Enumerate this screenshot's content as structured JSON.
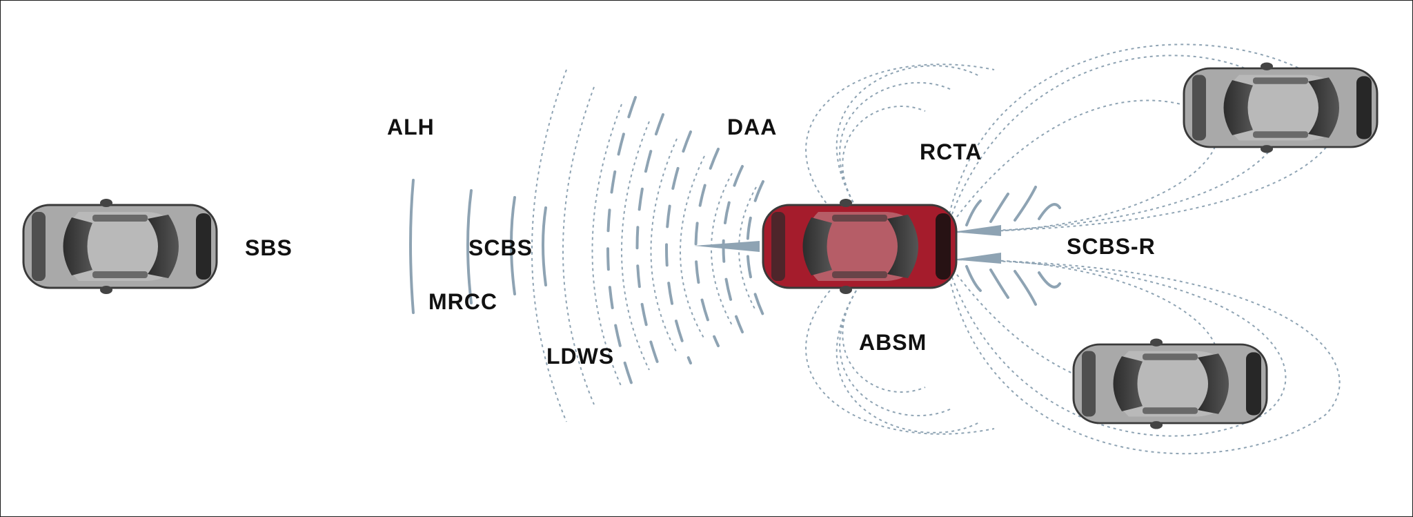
{
  "labels": {
    "sbs": "SBS",
    "alh": "ALH",
    "scbs": "SCBS",
    "mrcc": "MRCC",
    "ldws": "LDWS",
    "daa": "DAA",
    "rcta": "RCTA",
    "scbs_r": "SCBS-R",
    "absm": "ABSM"
  },
  "vehicles": [
    {
      "name": "target-car-front",
      "color": "grey"
    },
    {
      "name": "ego-car",
      "color": "red"
    },
    {
      "name": "cross-traffic-car-top",
      "color": "grey"
    },
    {
      "name": "cross-traffic-car-bottom",
      "color": "grey"
    }
  ],
  "colors": {
    "ego_body": "#a51c2c",
    "grey_body": "#9a9a9a",
    "sensor_line": "#8ea3b3",
    "label_text": "#111111"
  }
}
